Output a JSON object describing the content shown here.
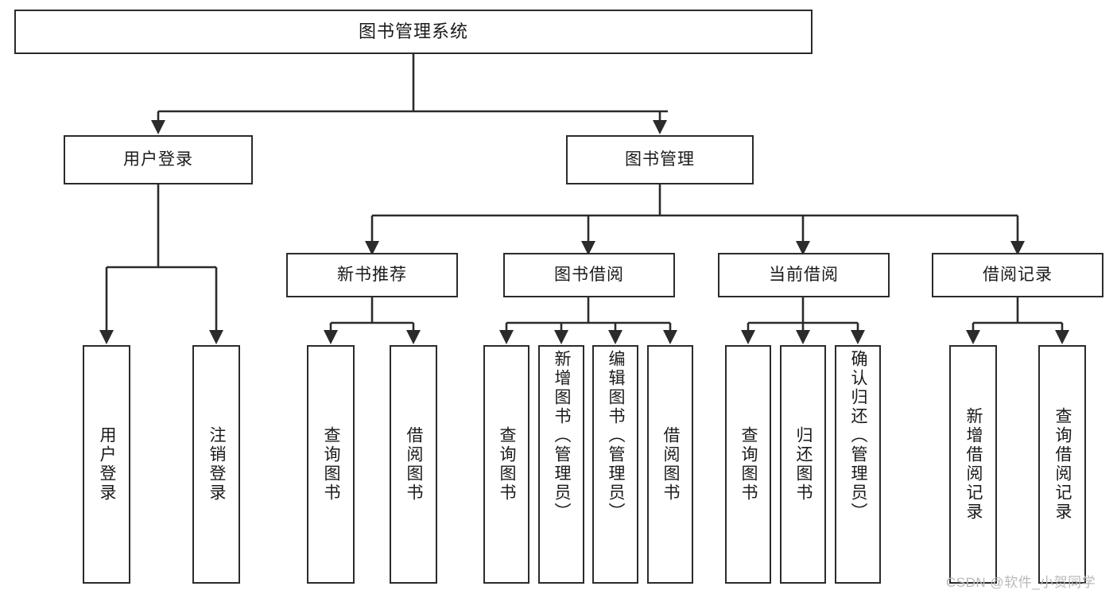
{
  "diagram": {
    "title": "图书管理系统",
    "type": "tree-hierarchy",
    "watermark": "CSDN @软件_小贺同学",
    "colors": {
      "border": "#2b2b2b",
      "background": "#ffffff",
      "text": "#1a1a1a",
      "watermark": "#b9b9b9"
    },
    "nodes": {
      "root": {
        "label": "图书管理系统"
      },
      "level2": [
        {
          "id": "user-login",
          "label": "用户登录"
        },
        {
          "id": "book-manage",
          "label": "图书管理"
        }
      ],
      "level3": [
        {
          "id": "new-book-recommend",
          "label": "新书推荐"
        },
        {
          "id": "book-borrow",
          "label": "图书借阅"
        },
        {
          "id": "current-borrow",
          "label": "当前借阅"
        },
        {
          "id": "borrow-record",
          "label": "借阅记录"
        }
      ],
      "leaves": {
        "user_login": [
          {
            "id": "leaf-user-login",
            "label": "用户登录"
          },
          {
            "id": "leaf-logout-login",
            "label": "注销登录"
          }
        ],
        "new_book_recommend": [
          {
            "id": "leaf-query-book-1",
            "label": "查询图书"
          },
          {
            "id": "leaf-borrow-book-1",
            "label": "借阅图书"
          }
        ],
        "book_borrow": [
          {
            "id": "leaf-query-book-2",
            "label": "查询图书"
          },
          {
            "id": "leaf-add-book",
            "label": "新增图书（管理员）"
          },
          {
            "id": "leaf-edit-book",
            "label": "编辑图书（管理员）"
          },
          {
            "id": "leaf-borrow-book-2",
            "label": "借阅图书"
          }
        ],
        "current_borrow": [
          {
            "id": "leaf-query-book-3",
            "label": "查询图书"
          },
          {
            "id": "leaf-return-book",
            "label": "归还图书"
          },
          {
            "id": "leaf-confirm-return",
            "label": "确认归还（管理员）"
          }
        ],
        "borrow_record": [
          {
            "id": "leaf-add-record",
            "label": "新增借阅记录"
          },
          {
            "id": "leaf-query-record",
            "label": "查询借阅记录"
          }
        ]
      }
    }
  }
}
